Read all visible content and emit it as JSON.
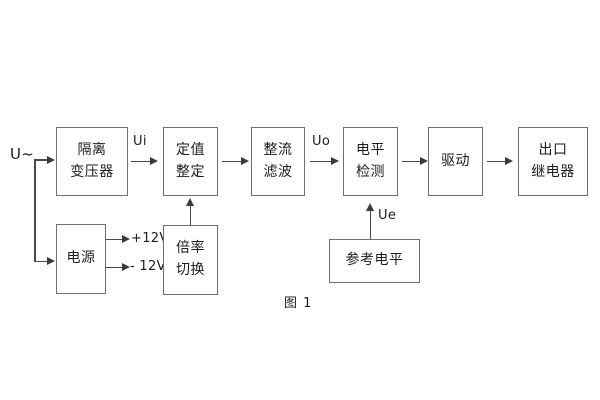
{
  "figure": {
    "caption": "图 1",
    "input_label": "U~",
    "colors": {
      "box_border": "#6f6f6f",
      "line": "#4a4a4a",
      "text": "#1d1d1d",
      "background": "#ffffff"
    }
  },
  "blocks": [
    {
      "id": "isolation-transformer",
      "lines": [
        "隔离",
        "变压器"
      ]
    },
    {
      "id": "power-supply",
      "lines": [
        "电源"
      ]
    },
    {
      "id": "setting-value",
      "lines": [
        "定值",
        "整定"
      ]
    },
    {
      "id": "multiplier-switch",
      "lines": [
        "倍率",
        "切换"
      ]
    },
    {
      "id": "rectify-filter",
      "lines": [
        "整流",
        "滤波"
      ]
    },
    {
      "id": "level-detection",
      "lines": [
        "电平",
        "检测"
      ]
    },
    {
      "id": "reference-level",
      "lines": [
        "参考电平"
      ]
    },
    {
      "id": "drive",
      "lines": [
        "驱动"
      ]
    },
    {
      "id": "output-relay",
      "lines": [
        "出口",
        "继电器"
      ]
    }
  ],
  "signals": {
    "ui": "Ui",
    "uo": "Uo",
    "ue": "Ue",
    "pos12v": "+12V",
    "neg12v": "- 12V"
  }
}
